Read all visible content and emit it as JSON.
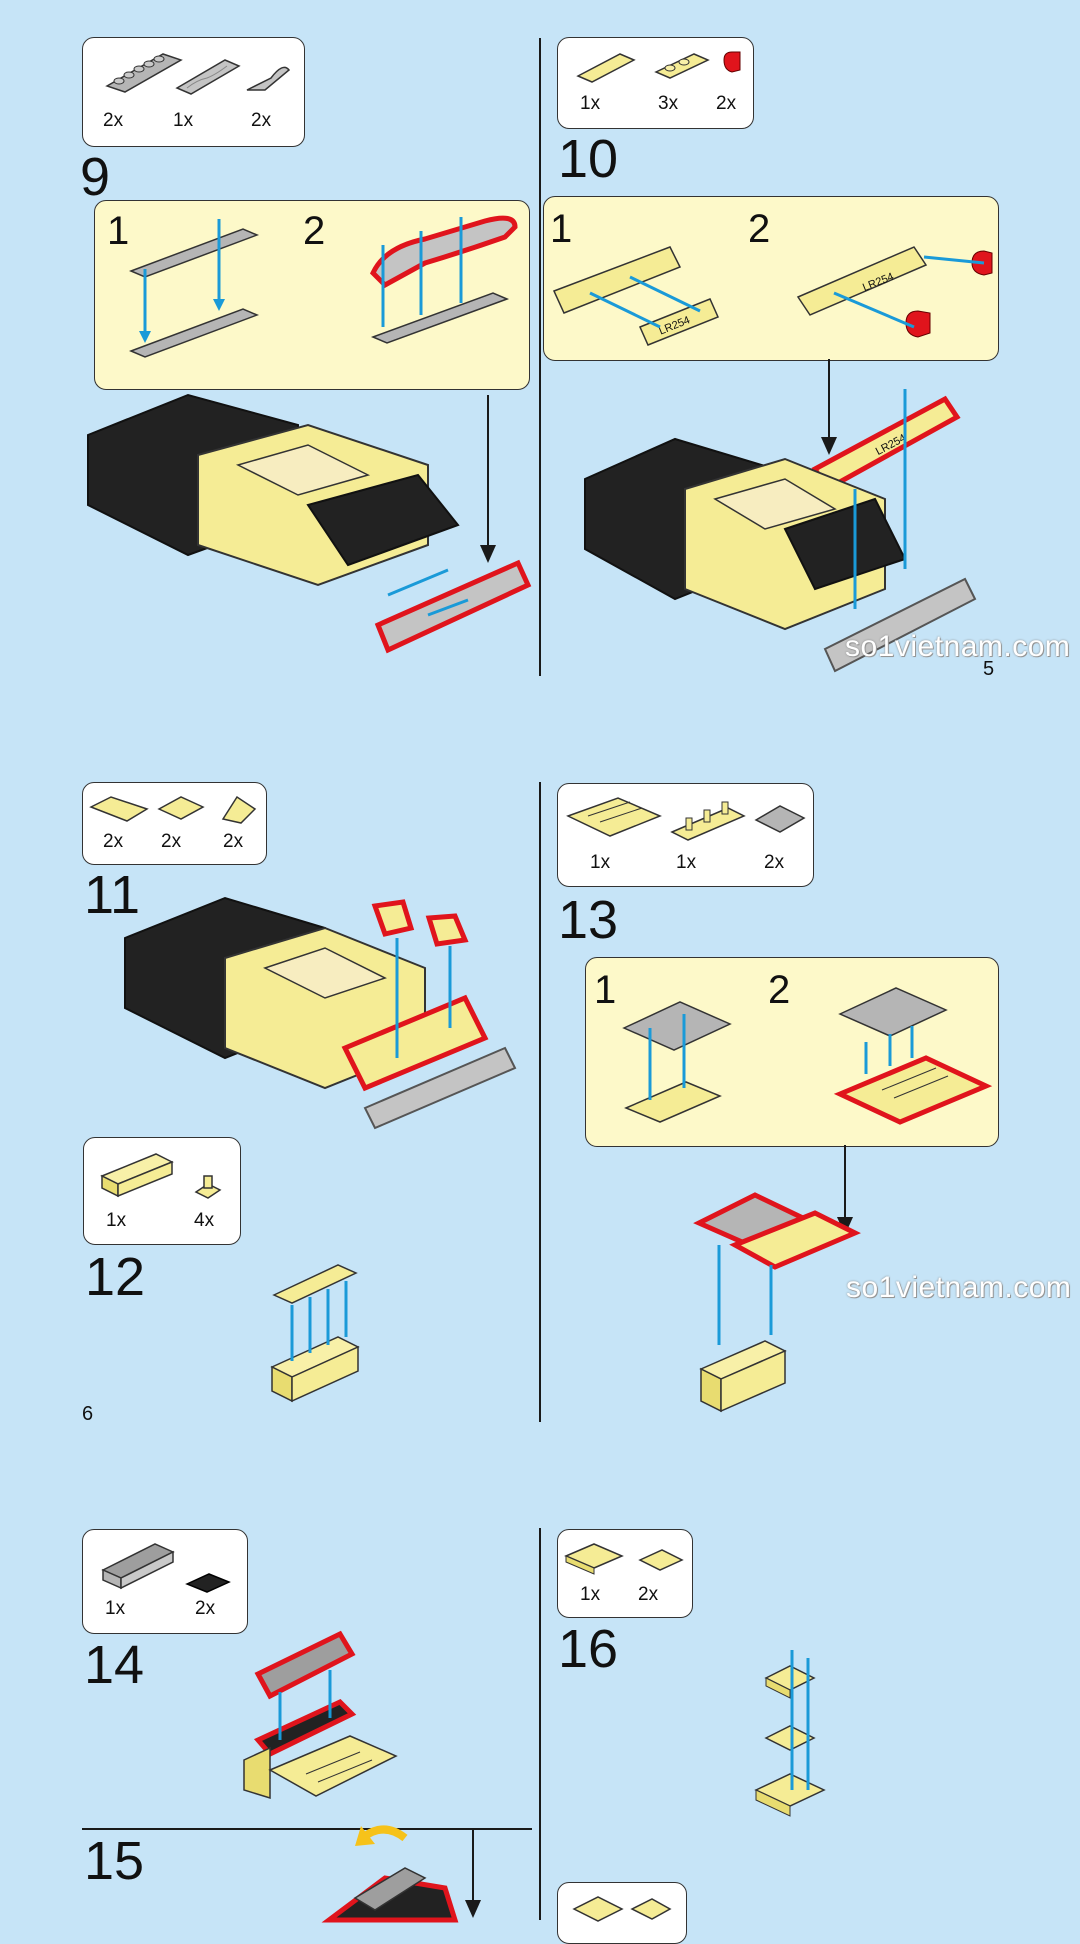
{
  "steps": {
    "s9": {
      "number": "9",
      "parts": [
        "2x",
        "1x",
        "2x"
      ],
      "sub": [
        "1",
        "2"
      ]
    },
    "s10": {
      "number": "10",
      "parts": [
        "1x",
        "3x",
        "2x"
      ],
      "sub": [
        "1",
        "2"
      ]
    },
    "s11": {
      "number": "11",
      "parts": [
        "2x",
        "2x",
        "2x"
      ]
    },
    "s12": {
      "number": "12",
      "parts": [
        "1x",
        "4x"
      ]
    },
    "s13": {
      "number": "13",
      "parts": [
        "1x",
        "1x",
        "2x"
      ],
      "sub": [
        "1",
        "2"
      ]
    },
    "s14": {
      "number": "14",
      "parts": [
        "1x",
        "2x"
      ]
    },
    "s15": {
      "number": "15"
    },
    "s16": {
      "number": "16",
      "parts": [
        "1x",
        "2x"
      ]
    }
  },
  "page_numbers": {
    "right_top": "5",
    "left_middle": "6"
  },
  "watermark": "so1vietnam.com",
  "plate_text": "LR254",
  "colors": {
    "background": "#c6e4f7",
    "sub_box": "#fdf9c9",
    "highlight": "#e0141c",
    "arrow": "#1a9ad8",
    "brick_yellow": "#f5ec95",
    "brick_black": "#222222",
    "brick_gray": "#b5b5b5"
  }
}
